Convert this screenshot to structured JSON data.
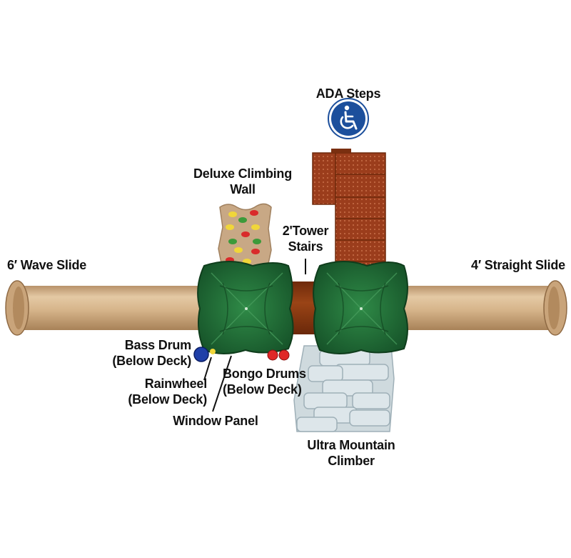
{
  "labels": {
    "ada_steps": "ADA Steps",
    "climbing_wall": [
      "Deluxe Climbing",
      "Wall"
    ],
    "tower_stairs": [
      "2'Tower",
      "Stairs"
    ],
    "wave_slide": "6′ Wave Slide",
    "straight_slide": "4′ Straight Slide",
    "bass_drum": [
      "Bass Drum",
      "(Below Deck)"
    ],
    "rainwheel": [
      "Rainwheel",
      "(Below Deck)"
    ],
    "window_panel": "Window Panel",
    "bongo_drums": [
      "Bongo Drums",
      "(Below Deck)"
    ],
    "mountain_climber": [
      "Ultra Mountain",
      "Climber"
    ]
  },
  "icons": {
    "accessibility": "wheelchair-icon"
  },
  "colors": {
    "slide_tan": "#d8b58c",
    "roof_green": "#1f6b34",
    "deck_brown": "#8a3a12",
    "stairs_brown": "#9b3d1c",
    "climber_gray": "#dde6ea",
    "wall_tan": "#c8a885",
    "ada_blue": "#1c4f9c"
  }
}
